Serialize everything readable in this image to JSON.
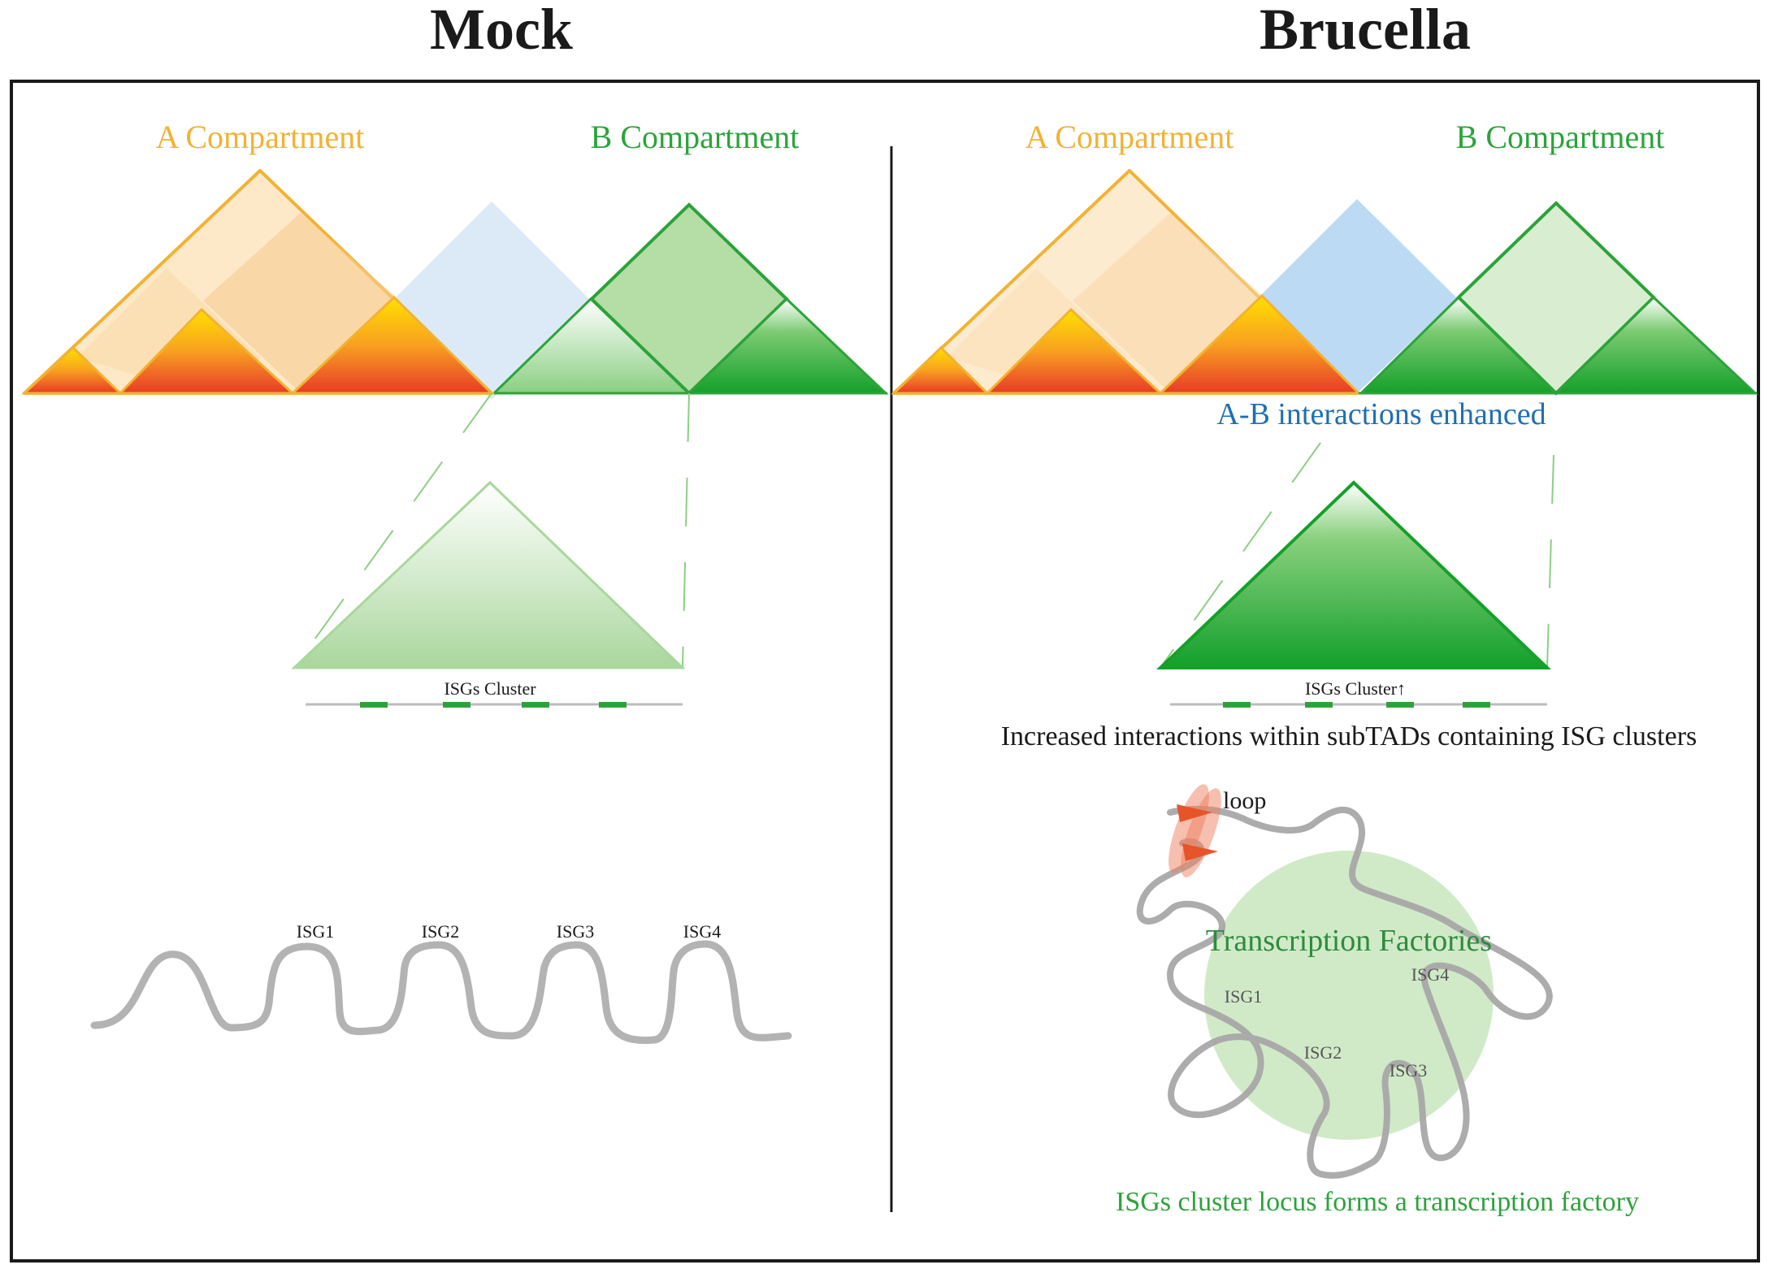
{
  "headers": {
    "left": "Mock",
    "right": "Brucella"
  },
  "mock": {
    "a_compartment": "A Compartment",
    "b_compartment": "B Compartment",
    "cluster_label": "ISGs Cluster",
    "genes": [
      "ISG1",
      "ISG2",
      "ISG3",
      "ISG4"
    ]
  },
  "brucella": {
    "a_compartment": "A Compartment",
    "b_compartment": "B Compartment",
    "ab_enhanced": "A-B interactions enhanced",
    "cluster_label": "ISGs Cluster↑",
    "subtad_caption": "Increased interactions within subTADs containing ISG clusters",
    "loop_label": "loop",
    "factory_label": "Transcription Factories",
    "genes": [
      "ISG1",
      "ISG2",
      "ISG3",
      "ISG4"
    ],
    "factory_caption": "ISGs cluster locus forms a transcription factory"
  },
  "colors": {
    "a_orange": "#F2B233",
    "b_green": "#2BA33A",
    "ab_blue": "#1F6FB2",
    "factory_green": "#2E8B3E"
  }
}
